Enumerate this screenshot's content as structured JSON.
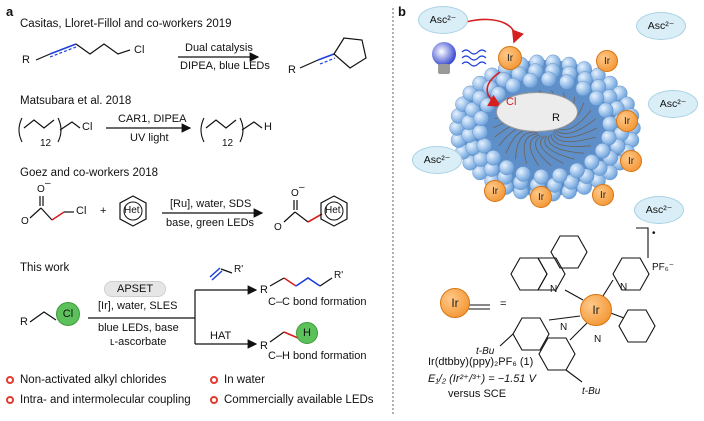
{
  "panels": {
    "a": "a",
    "b": "b"
  },
  "section_a": {
    "row1": {
      "header": "Casitas, Lloret-Fillol and co-workers 2019",
      "r_label": "R",
      "cl_label": "Cl",
      "arrow_top": "Dual catalysis",
      "arrow_bottom": "DIPEA, blue LEDs",
      "product_r": "R"
    },
    "row2": {
      "header": "Matsubara et al. 2018",
      "sub_left": "12",
      "cl_label": "Cl",
      "arrow_top": "CAR1, DIPEA",
      "arrow_bottom": "UV light",
      "sub_right": "12",
      "h_label": "H"
    },
    "row3": {
      "header": "Goez and co-workers 2018",
      "o_top": "O",
      "minus": "–",
      "o_bottom": "O",
      "cl_label": "Cl",
      "plus": "+",
      "het": "Het",
      "arrow_top": "[Ru], water, SDS",
      "arrow_bottom": "base, green LEDs",
      "p_o_top": "O",
      "p_minus": "–",
      "p_o_bottom": "O",
      "p_het": "Het"
    },
    "row4": {
      "header": "This work",
      "r_label": "R",
      "cl_label": "Cl",
      "apset": "APSET",
      "cond1": "[Ir], water, SLES",
      "cond2": "blue LEDs, base",
      "cond3": "ʟ-ascorbate",
      "alkene_r": "R'",
      "prod1_r": "R",
      "prod1_rp": "R'",
      "prod1_caption": "C–C bond formation",
      "hat": "HAT",
      "prod2_r": "R",
      "prod2_h": "H",
      "prod2_caption": "C–H bond formation"
    },
    "features": [
      "Non-activated alkyl chlorides",
      "In water",
      "Intra- and intermolecular coupling",
      "Commercially available LEDs"
    ]
  },
  "section_b": {
    "asc_labels": [
      "Asc²⁻",
      "Asc²⁻",
      "Asc²⁻",
      "Asc²⁻",
      "Asc²⁻"
    ],
    "ir_label": "Ir",
    "micelle_r": "R",
    "micelle_cl": "Cl",
    "equals": "=",
    "center_ir": "Ir",
    "pf6": "PF₆⁻",
    "dot": "•",
    "tbu_left": "t-Bu",
    "tbu_bottom": "t-Bu",
    "n_label": "N",
    "caption1": "Ir(dtbby)(ppy)₂PF₆ (1)",
    "caption2": "E₁/₂ (Ir²⁺/³⁺) = −1.51 V",
    "caption3": "versus SCE"
  },
  "colors": {
    "blue": "#1e3fd8",
    "red": "#d61f1f",
    "green": "#5cc15a",
    "orange": "#f08a1e",
    "sphere": "#9fc6ef",
    "asc": "#d9eef7"
  }
}
